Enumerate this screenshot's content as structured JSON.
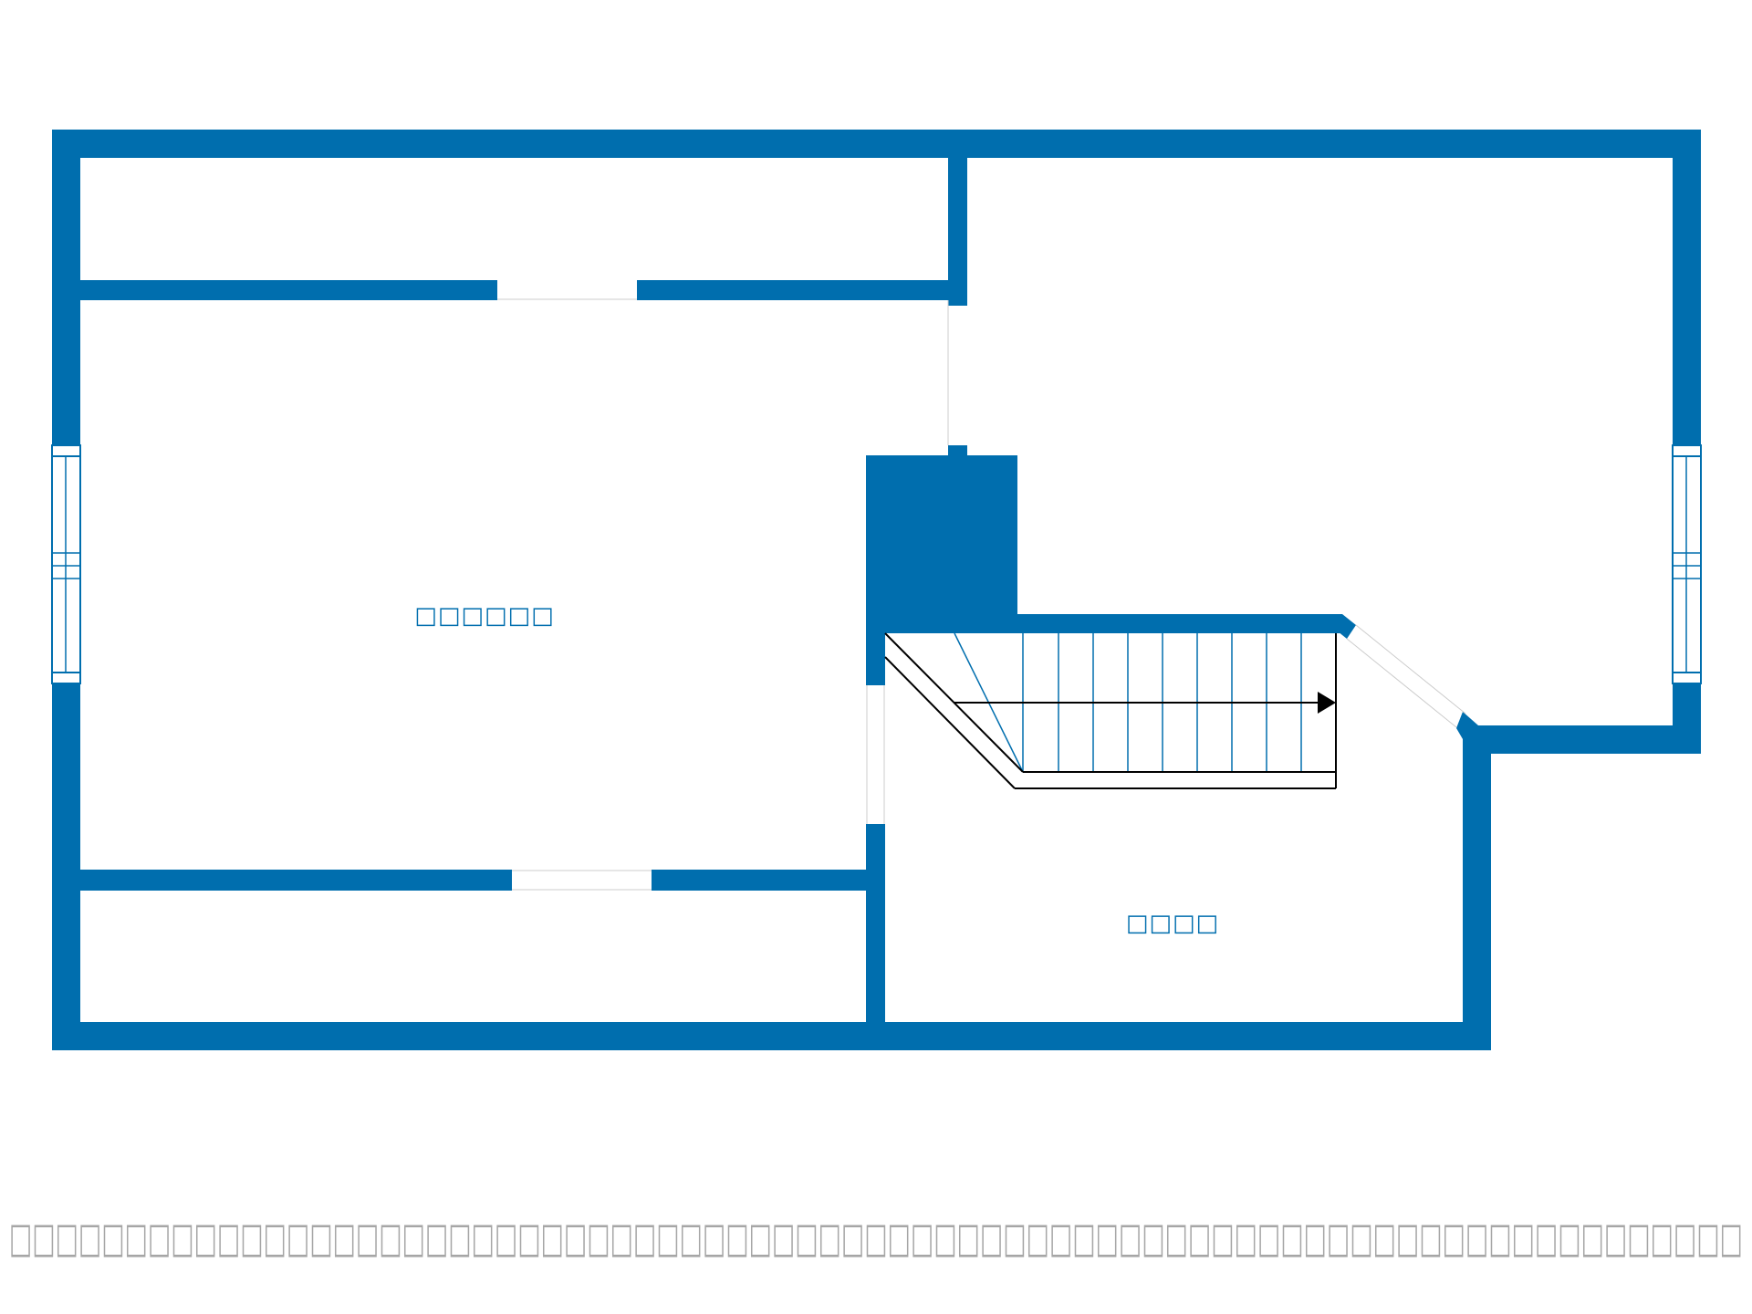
{
  "colors": {
    "wall": "#006eae",
    "label": "#006eae",
    "stair_line": "#000000",
    "footer_text": "#a6a6a6",
    "opening": "#ffffff"
  },
  "rooms": [
    {
      "id": "main-room",
      "label": "□□□□□□"
    },
    {
      "id": "stair-room",
      "label": "□□□□"
    }
  ],
  "footer": {
    "text": "□□□□□□□□□□□□□□□□□□□□□□□□□□□□□□□□□□□□□□□□□□□□□□□□□□□□□□□□□□□□□□□□□□□□□□□□□□□"
  },
  "stairs": {
    "direction": "up-right",
    "arrow_icon": "arrow-right-icon"
  }
}
